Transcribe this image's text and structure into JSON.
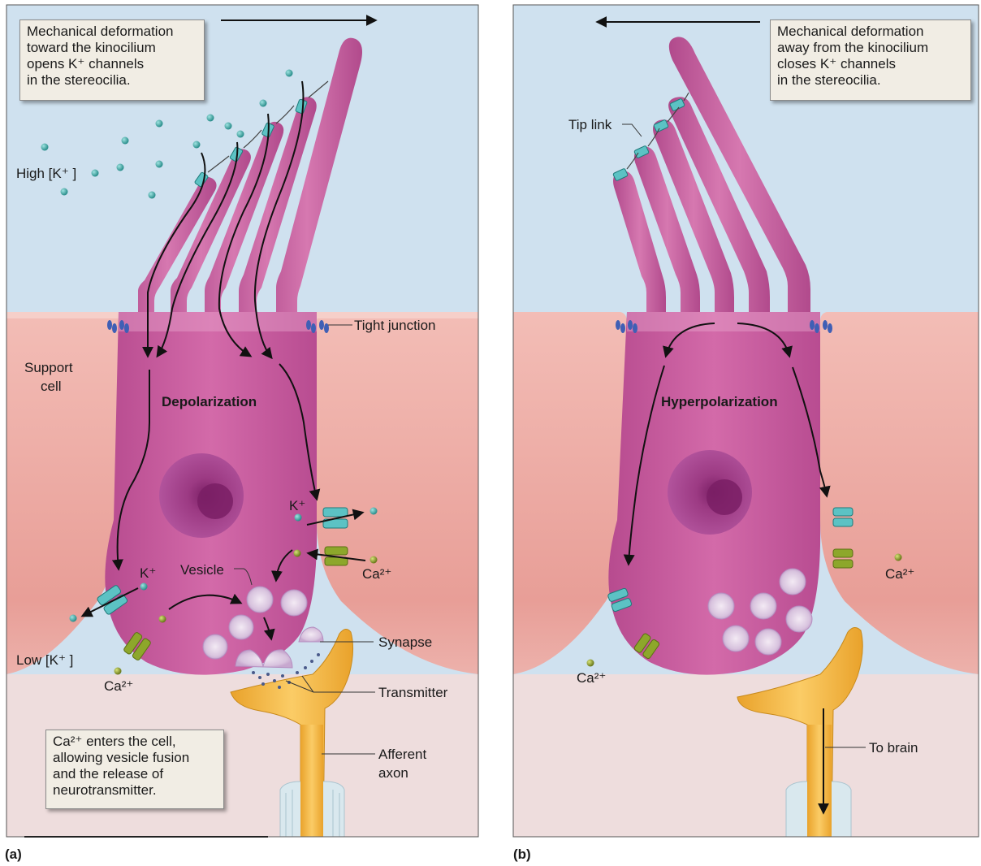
{
  "panel_a": {
    "tag": "(a)",
    "caption_top": [
      "Mechanical deformation",
      "toward the kinocilium",
      "opens K⁺ channels",
      "in the stereocilia."
    ],
    "caption_bottom": [
      "Ca²⁺ enters the cell,",
      "allowing vesicle fusion",
      "and the release of",
      "neurotransmitter."
    ],
    "high_k": "High [K⁺ ]",
    "low_k": "Low [K⁺ ]",
    "support_cell": [
      "Support",
      "cell"
    ],
    "state": "Depolarization",
    "tight_junction": "Tight junction",
    "k_label_1": "K⁺",
    "k_label_2": "K⁺",
    "ca_label_1": "Ca²⁺",
    "ca_label_2": "Ca²⁺",
    "vesicle": "Vesicle",
    "synapse": "Synapse",
    "transmitter": "Transmitter",
    "afferent_axon": [
      "Afferent",
      "axon"
    ]
  },
  "panel_b": {
    "tag": "(b)",
    "caption_top": [
      "Mechanical deformation",
      "away from the kinocilium",
      "closes K⁺ channels",
      "in the stereocilia."
    ],
    "tip_link": "Tip link",
    "state": "Hyperpolarization",
    "ca_label_1": "Ca²⁺",
    "ca_label_2": "Ca²⁺",
    "to_brain": "To brain"
  },
  "colors": {
    "fluid": "#cfe1ef",
    "support": "#f0b7b0",
    "hair_cell": "#cb5ea0",
    "nucleus": "#9b2f80",
    "axon": "#f5b942",
    "k_channel": "#5cc2c4",
    "ca_channel": "#8da72b",
    "k_ion": "#2a9a98",
    "ca_ion": "#7c8e1b"
  }
}
